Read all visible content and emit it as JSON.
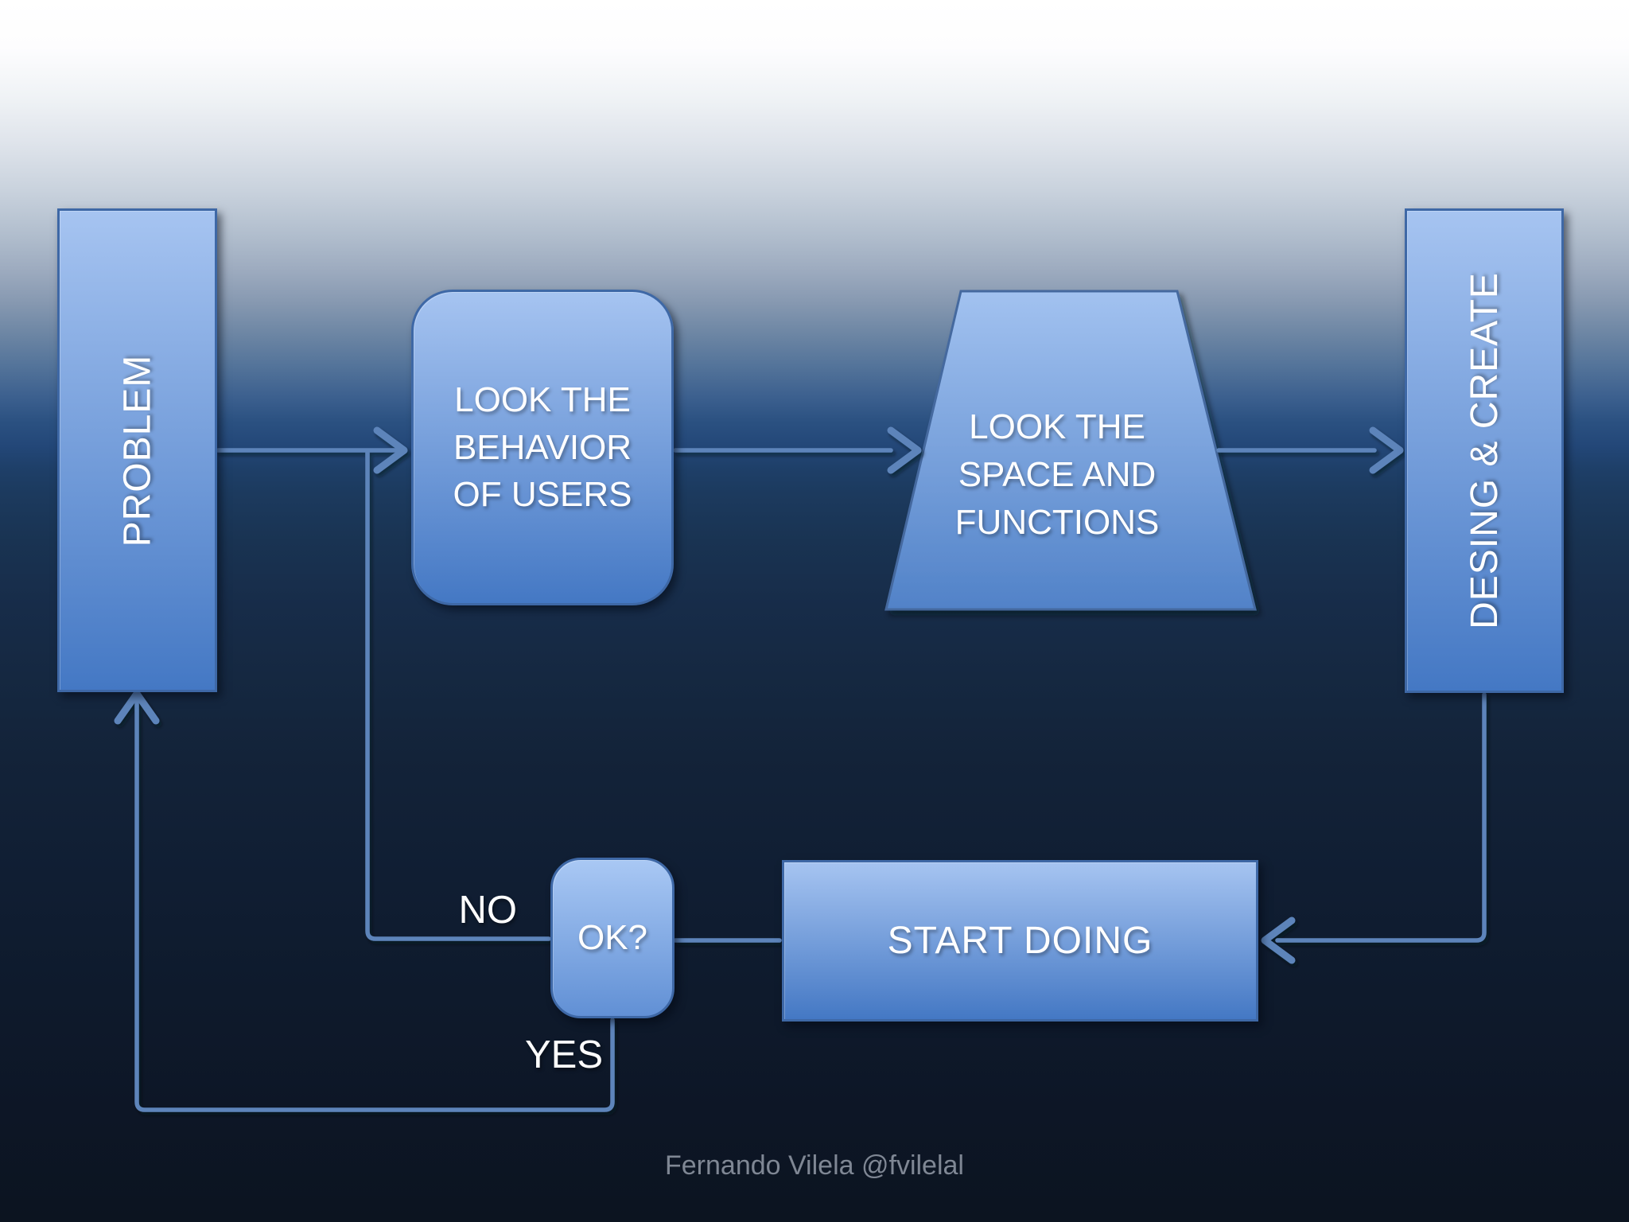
{
  "slide": {
    "footer_credit": "Fernando Vilela @fvilelal"
  },
  "flowchart": {
    "nodes": {
      "problem": {
        "label": "PROBLEM",
        "shape": "vertical-rectangle"
      },
      "behavior": {
        "label": "LOOK THE BEHAVIOR OF USERS",
        "shape": "rounded-rectangle"
      },
      "space": {
        "label": "LOOK THE SPACE AND FUNCTIONS",
        "shape": "trapezoid"
      },
      "design": {
        "label": "DESING & CREATE",
        "shape": "vertical-rectangle"
      },
      "ok": {
        "label": "OK?",
        "shape": "rounded-rectangle"
      },
      "start": {
        "label": "START DOING",
        "shape": "rectangle"
      }
    },
    "edges": [
      {
        "from": "problem",
        "to": "behavior",
        "label": ""
      },
      {
        "from": "behavior",
        "to": "space",
        "label": ""
      },
      {
        "from": "space",
        "to": "design",
        "label": ""
      },
      {
        "from": "design",
        "to": "start",
        "label": ""
      },
      {
        "from": "start",
        "to": "ok",
        "label": ""
      },
      {
        "from": "ok",
        "to": "behavior",
        "label": "NO"
      },
      {
        "from": "ok",
        "to": "problem",
        "label": "YES"
      }
    ],
    "labels": {
      "no": "NO",
      "yes": "YES"
    }
  },
  "colors": {
    "connector": "#5d84ba",
    "node_top": "#a6c4f1",
    "node_bottom": "#4478c4",
    "node_border": "#3e68a6",
    "trapezoid_top": "#a2c2f0",
    "trapezoid_bottom": "#5182c8",
    "text": "#ffffff",
    "footer": "#7f8794",
    "background_top": "#ffffff",
    "background_bottom": "#0c1420"
  }
}
